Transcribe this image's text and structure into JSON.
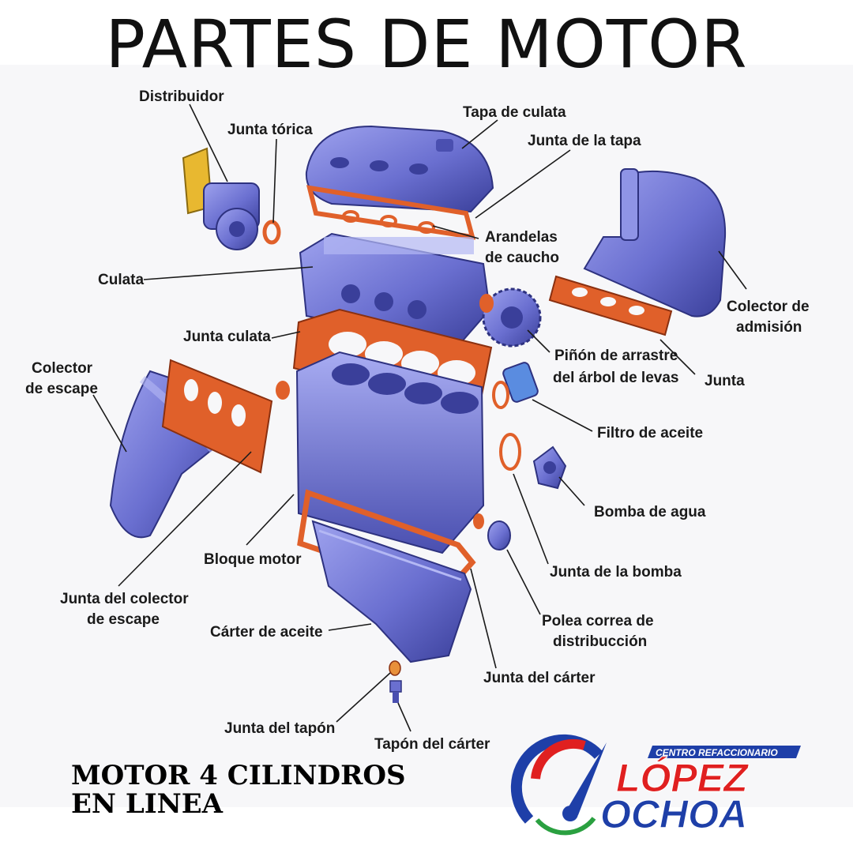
{
  "title": "PARTES DE MOTOR",
  "labels": {
    "distribuidor": "Distribuidor",
    "junta_torica": "Junta tórica",
    "tapa_culata": "Tapa de culata",
    "junta_tapa": "Junta de la tapa",
    "arandelas_1": "Arandelas",
    "arandelas_2": "de caucho",
    "culata": "Culata",
    "colector_admision_1": "Colector de",
    "colector_admision_2": "admisión",
    "junta_culata": "Junta culata",
    "pinon_1": "Piñón de arrastre",
    "pinon_2": "del árbol de levas",
    "junta": "Junta",
    "colector_escape_1": "Colector",
    "colector_escape_2": "de escape",
    "filtro_aceite": "Filtro de aceite",
    "bomba_agua": "Bomba de agua",
    "bloque_motor": "Bloque motor",
    "junta_bomba": "Junta de la bomba",
    "junta_colector_1": "Junta del colector",
    "junta_colector_2": "de escape",
    "polea_1": "Polea correa de",
    "polea_2": "distribucción",
    "carter_aceite": "Cárter de aceite",
    "junta_carter": "Junta del cárter",
    "junta_tapon": "Junta del tapón",
    "tapon_carter": "Tapón del cárter"
  },
  "subtitle": {
    "line1": "MOTOR 4 CILINDROS",
    "line2": "EN LINEA"
  },
  "logo": {
    "tagline": "CENTRO REFACCIONARIO",
    "name1": "LÓPEZ",
    "name2": "OCHOA"
  },
  "colors": {
    "engine_blue": "#6a6fd0",
    "engine_dark": "#3a3f9a",
    "gasket": "#e0602a",
    "logo_blue": "#1e3fa8",
    "logo_red": "#e02020",
    "logo_green": "#2aa040"
  }
}
